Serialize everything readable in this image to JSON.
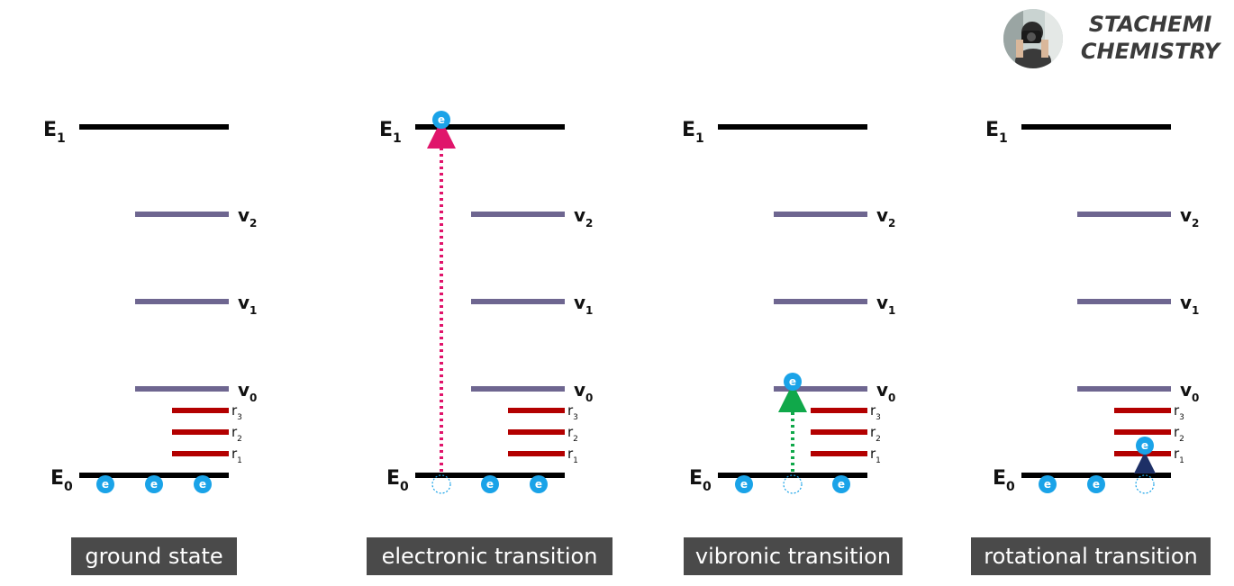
{
  "brand": {
    "line1": "STACHEMI",
    "line2": "CHEMISTRY",
    "avatar_icon": "photographer-avatar-icon"
  },
  "electron_symbol": "e",
  "colors": {
    "electronic_level": "#000000",
    "vibrational_level": "#6e6690",
    "rotational_level": "#b30000",
    "electron": "#1aa3e8",
    "electronic_arrow": "#e0156b",
    "vibronic_arrow": "#10a84a",
    "rotational_arrow": "#1d2f66",
    "caption_bg": "#4a4a4a"
  },
  "panels": [
    {
      "caption": "ground state",
      "E1": {
        "base": "E",
        "sub": "1"
      },
      "E0": {
        "base": "E",
        "sub": "0"
      },
      "v": [
        {
          "base": "v",
          "sub": "2"
        },
        {
          "base": "v",
          "sub": "1"
        },
        {
          "base": "v",
          "sub": "0"
        }
      ],
      "r": [
        {
          "base": "r",
          "sub": "3"
        },
        {
          "base": "r",
          "sub": "2"
        },
        {
          "base": "r",
          "sub": "1"
        }
      ],
      "transition": "none"
    },
    {
      "caption": "electronic transition",
      "E1": {
        "base": "E",
        "sub": "1"
      },
      "E0": {
        "base": "E",
        "sub": "0"
      },
      "v": [
        {
          "base": "v",
          "sub": "2"
        },
        {
          "base": "v",
          "sub": "1"
        },
        {
          "base": "v",
          "sub": "0"
        }
      ],
      "r": [
        {
          "base": "r",
          "sub": "3"
        },
        {
          "base": "r",
          "sub": "2"
        },
        {
          "base": "r",
          "sub": "1"
        }
      ],
      "transition": "E0-to-E1"
    },
    {
      "caption": "vibronic transition",
      "E1": {
        "base": "E",
        "sub": "1"
      },
      "E0": {
        "base": "E",
        "sub": "0"
      },
      "v": [
        {
          "base": "v",
          "sub": "2"
        },
        {
          "base": "v",
          "sub": "1"
        },
        {
          "base": "v",
          "sub": "0"
        }
      ],
      "r": [
        {
          "base": "r",
          "sub": "3"
        },
        {
          "base": "r",
          "sub": "2"
        },
        {
          "base": "r",
          "sub": "1"
        }
      ],
      "transition": "E0-to-v0"
    },
    {
      "caption": "rotational transition",
      "E1": {
        "base": "E",
        "sub": "1"
      },
      "E0": {
        "base": "E",
        "sub": "0"
      },
      "v": [
        {
          "base": "v",
          "sub": "2"
        },
        {
          "base": "v",
          "sub": "1"
        },
        {
          "base": "v",
          "sub": "0"
        }
      ],
      "r": [
        {
          "base": "r",
          "sub": "3"
        },
        {
          "base": "r",
          "sub": "2"
        },
        {
          "base": "r",
          "sub": "1"
        }
      ],
      "transition": "E0-to-r1"
    }
  ]
}
